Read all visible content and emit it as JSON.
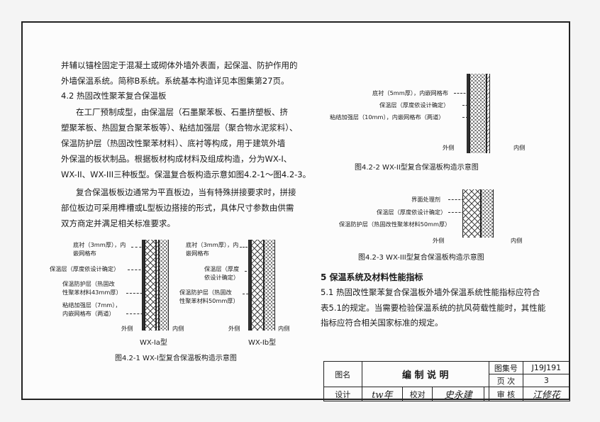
{
  "body": {
    "para1": [
      "并辅以锚栓固定于混凝土或砌体外墙外表面，起保温、防护作用的",
      "外墙保温系统。简称B系统。系统基本构造详见本图集第27页。"
    ],
    "section42": "4.2  热固改性聚苯复合保温板",
    "para2": [
      "在工厂预制成型，由保温层（石墨聚苯板、石墨挤塑板、挤",
      "塑聚苯板、热固复合聚苯板等）、粘结加强层（聚合物水泥浆料）、",
      "保温防护层（热固改性聚苯材料）、底衬等构成，用于建筑外墙",
      "外保温的板状制品。根据板材构成材料及组成构造，分为WX-I、",
      "WX-II、WX-III三种板型。保温复合板构造示意如图4.2-1～图4.2-3。"
    ],
    "para3": [
      "复合保温板板边通常为平直板边，当有特殊拼接要求时，拼接",
      "部位板边可采用榫槽或L型板边搭接的形式，具体尺寸参数由供需",
      "双方商定并满足相关标准要求。"
    ],
    "section5": "5  保温系统及材料性能指标",
    "para4": [
      "5.1  热固改性聚苯复合保温板外墙外保温系统性能指标应符合",
      "表5.1的规定。当需要检验保温系统的抗风荷载性能时，其性能",
      "指标应符合相关国家标准的规定。"
    ]
  },
  "fig1": {
    "a_labels": [
      "底衬（3mm厚），内",
      "嵌网格布",
      "保温层（厚度依设计确定）",
      "保温防护层（热固改",
      "性聚苯材料43mm厚）",
      "粘结加强层（7mm），",
      "内嵌网格布（两道）"
    ],
    "b_labels": [
      "底衬（3mm厚），内",
      "嵌网格布",
      "保温层（厚度",
      "依设计确定）",
      "保温防护层（热固改",
      "性聚苯材料50mm厚）"
    ],
    "outside": "外侧",
    "inside": "内侧",
    "a_type": "WX-Ia型",
    "b_type": "WX-Ib型",
    "caption": "图4.2-1   WX-I型复合保温板构造示意图"
  },
  "fig2": {
    "labels": [
      "底衬（5mm厚），内嵌网格布",
      "保温层（厚度依设计确定）",
      "粘结加强层（10mm），内嵌网格布（两道）"
    ],
    "outside": "外侧",
    "inside": "内侧",
    "caption": "图4.2-2   WX-II型复合保温板构造示意图"
  },
  "fig3": {
    "labels": [
      "界面处理剂",
      "保温层（厚度依设计确定）",
      "保温防护层（热固改性聚苯材料50mm厚）"
    ],
    "outside": "外侧",
    "inside": "内侧",
    "caption": "图4.2-3   WX-III型复合保温板构造示意图"
  },
  "titleblock": {
    "name_label": "图名",
    "name_value": "编 制 说 明",
    "atlas_label": "图集号",
    "atlas_value": "J19J191",
    "page_label": "页  次",
    "page_value": "3",
    "design_label": "设计",
    "design_sig": "tw年",
    "check_label": "校对",
    "check_sig": "史永建",
    "review_label": "审  核",
    "review_sig": "江修花"
  }
}
